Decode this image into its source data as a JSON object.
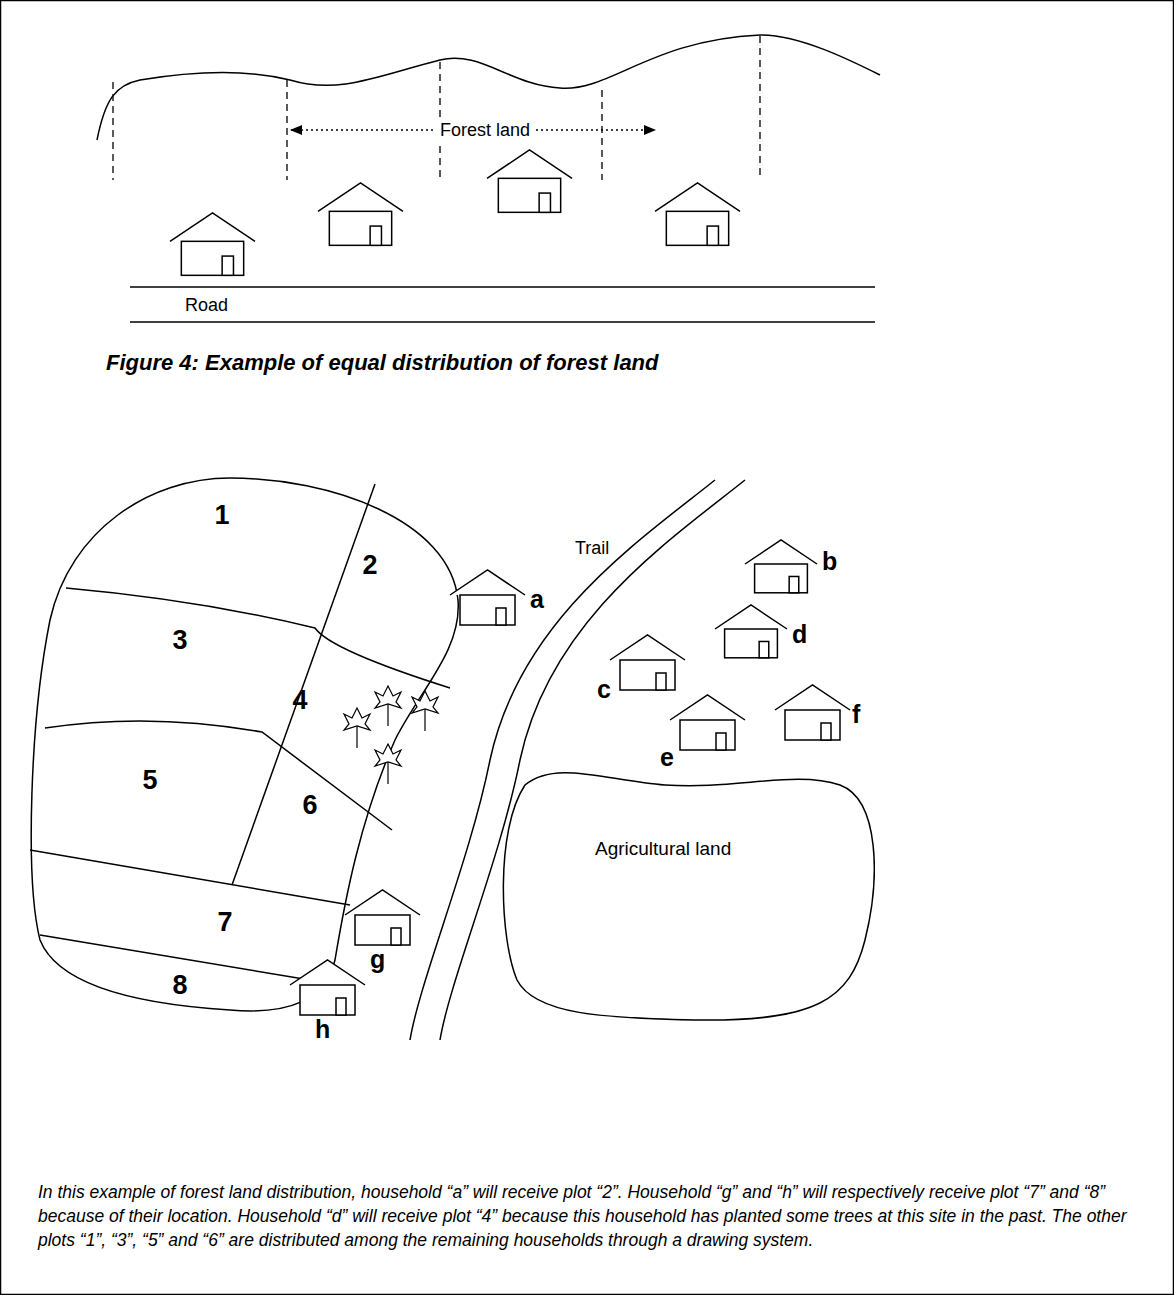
{
  "diagram": {
    "caption": "Figure 4: Example of equal distribution of forest land",
    "nodes": [
      {
        "text": [
          "1"
        ]
      },
      {
        "text": [
          "2"
        ]
      },
      {
        "text": [
          "3"
        ]
      },
      {
        "text": [
          "4"
        ]
      },
      {
        "text": [
          "5"
        ]
      },
      {
        "text": [
          "6"
        ]
      },
      {
        "text": [
          "7"
        ]
      },
      {
        "text": [
          "8"
        ]
      },
      {
        "text": [
          "Agricultural land"
        ]
      }
    ],
    "labels": [
      "Forest land",
      "Road",
      "Trail",
      "a",
      "b",
      "c",
      "d",
      "e",
      "f",
      "g",
      "h",
      "In this example of forest land distribution, household “a” will receive plot “2”. Household “g” and “h” will respectively receive plot “7” and “8” because of their location. Household “d” will receive plot “4” because this household has planted some trees at this site in the past. The other plots “1”, “3”, “5” and “6” are distributed among the remaining households through a drawing system."
    ]
  }
}
